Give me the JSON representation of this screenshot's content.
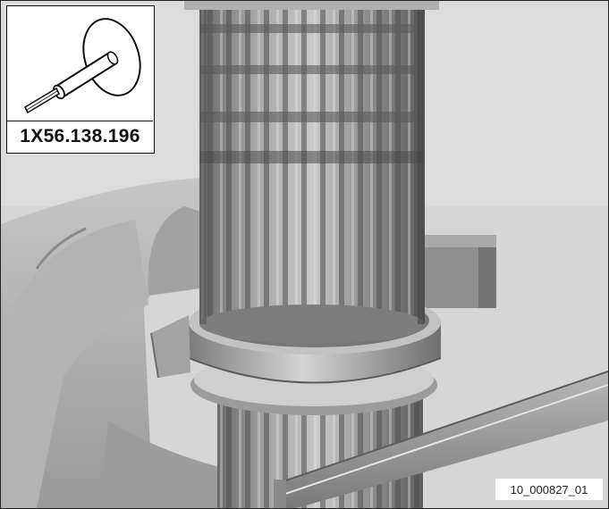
{
  "tool_callout": {
    "part_number": "1X56.138.196",
    "icon": "bearing-press-tool-icon"
  },
  "photo": {
    "subject": "gear-shaft-bearing-photo"
  },
  "image_reference": "10_000827_01"
}
